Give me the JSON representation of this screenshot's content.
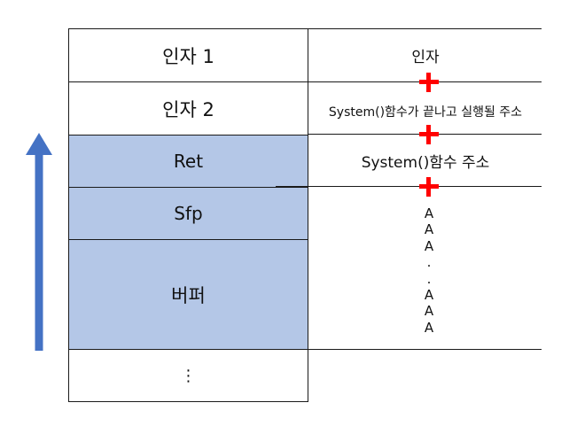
{
  "stack": {
    "cells": [
      {
        "label": "인자 1"
      },
      {
        "label": "인자 2"
      },
      {
        "label": "Ret"
      },
      {
        "label": "Sfp"
      },
      {
        "label": "버퍼"
      },
      {
        "label": "⋮"
      }
    ]
  },
  "payload": {
    "labels": [
      "인자",
      "System()함수가 끝나고 실행될 주소",
      "System()함수 주소"
    ],
    "filler": [
      "A",
      "A",
      "A",
      ".",
      ".",
      "A",
      "A",
      "A"
    ]
  },
  "colors": {
    "shaded_fill": "#b4c7e7",
    "arrow": "#4472c4",
    "plus": "#ff0000"
  },
  "icons": {
    "arrow": "up-arrow-icon",
    "plus": "plus-icon"
  }
}
